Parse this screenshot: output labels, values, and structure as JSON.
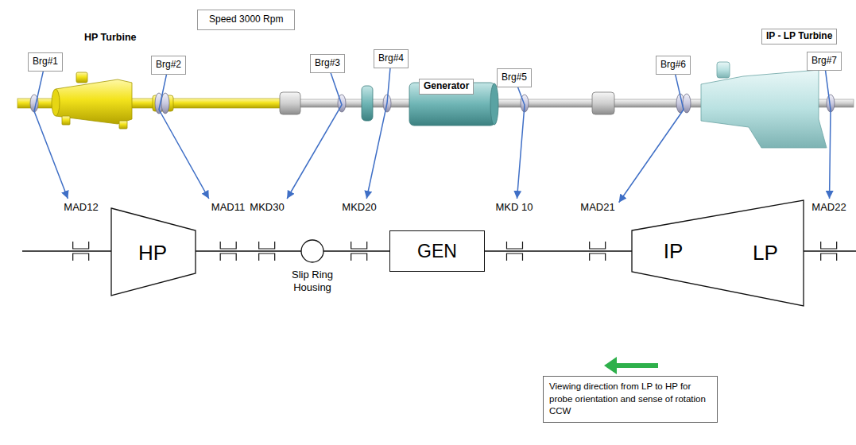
{
  "diagram": {
    "nodes": [
      {
        "text": [
          "Speed 3000 Rpm"
        ]
      },
      {
        "text": [
          "Brg#1"
        ]
      },
      {
        "text": [
          "Brg#2"
        ]
      },
      {
        "text": [
          "Brg#3"
        ]
      },
      {
        "text": [
          "Brg#4"
        ]
      },
      {
        "text": [
          "Brg#5"
        ]
      },
      {
        "text": [
          "Brg#6"
        ]
      },
      {
        "text": [
          "Brg#7"
        ]
      },
      {
        "text": [
          "Generator"
        ]
      },
      {
        "text": [
          "IP - LP Turbine"
        ]
      },
      {
        "text": [
          "MAD12"
        ]
      },
      {
        "text": [
          "HP"
        ]
      },
      {
        "text": [
          "MAD11"
        ]
      },
      {
        "text": [
          "MKD30"
        ]
      },
      {
        "text": [
          "Slip Ring Housing"
        ]
      },
      {
        "text": [
          "MKD20"
        ]
      },
      {
        "text": [
          "GEN"
        ]
      },
      {
        "text": [
          "MKD 10"
        ]
      },
      {
        "text": [
          "MAD21"
        ]
      },
      {
        "text": [
          "IP",
          "LP"
        ]
      },
      {
        "text": [
          "MAD22"
        ]
      },
      {
        "text": [
          "Viewing direction from LP to HP for probe orientation and sense of rotation CCW"
        ]
      }
    ],
    "edges": [
      {
        "from": 1,
        "to": 10,
        "arrow": "to"
      },
      {
        "from": 2,
        "to": 12,
        "arrow": "to"
      },
      {
        "from": 3,
        "to": 13,
        "arrow": "to"
      },
      {
        "from": 4,
        "to": 15,
        "arrow": "to"
      },
      {
        "from": 5,
        "to": 17,
        "arrow": "to"
      },
      {
        "from": 6,
        "to": 18,
        "arrow": "to"
      },
      {
        "from": 7,
        "to": 20,
        "arrow": "to"
      }
    ],
    "labels": [
      "HP Turbine"
    ]
  }
}
